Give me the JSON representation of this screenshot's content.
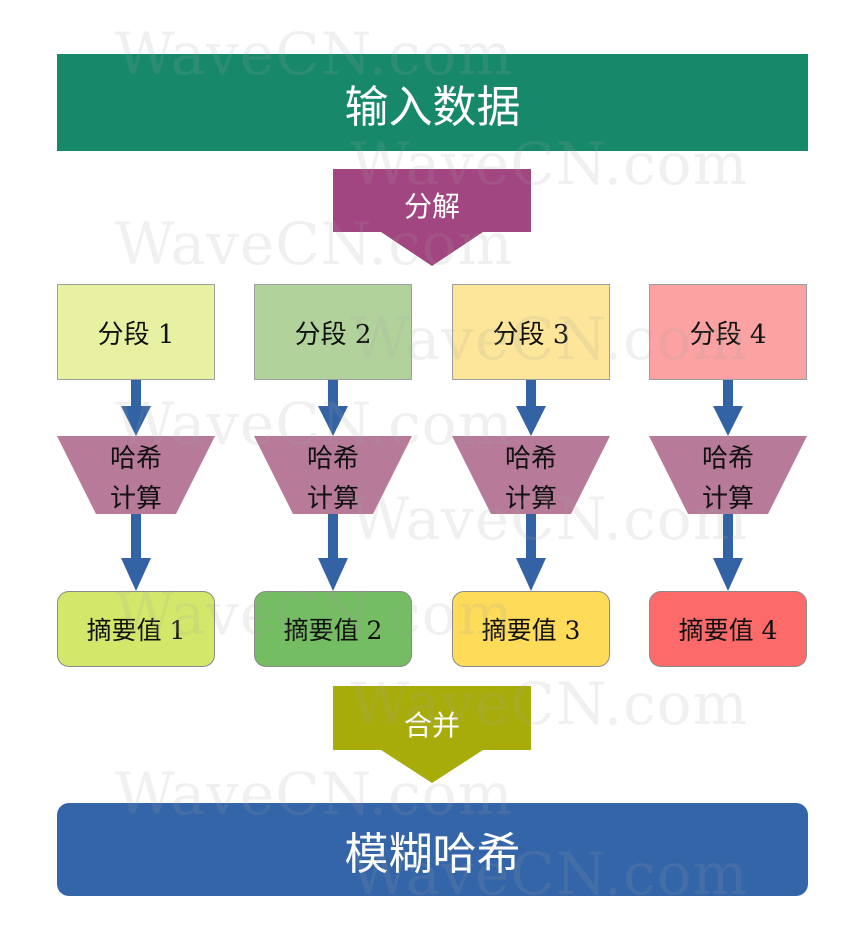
{
  "top_bar": {
    "label": "输入数据",
    "color": "#17896a"
  },
  "split_arrow": {
    "label": "分解",
    "color": "#a14680"
  },
  "merge_arrow": {
    "label": "合并",
    "color": "#a8ac0b"
  },
  "bottom_bar": {
    "label": "模糊哈希",
    "color": "#3465a8"
  },
  "hash_block": {
    "line1": "哈希",
    "line2": "计算",
    "color": "#b77b99"
  },
  "arrow_color": "#3363a4",
  "columns": [
    {
      "segment": "分段 1",
      "segment_color": "#e8f1a2",
      "digest": "摘要值 1",
      "digest_color": "#d3e86a"
    },
    {
      "segment": "分段 2",
      "segment_color": "#b2d29b",
      "digest": "摘要值 2",
      "digest_color": "#74bd62"
    },
    {
      "segment": "分段 3",
      "segment_color": "#fde699",
      "digest": "摘要值 3",
      "digest_color": "#fedc5a"
    },
    {
      "segment": "分段 4",
      "segment_color": "#fca2a2",
      "digest": "摘要值 4",
      "digest_color": "#fc6a6a"
    }
  ],
  "watermark": "WaveCN.com"
}
